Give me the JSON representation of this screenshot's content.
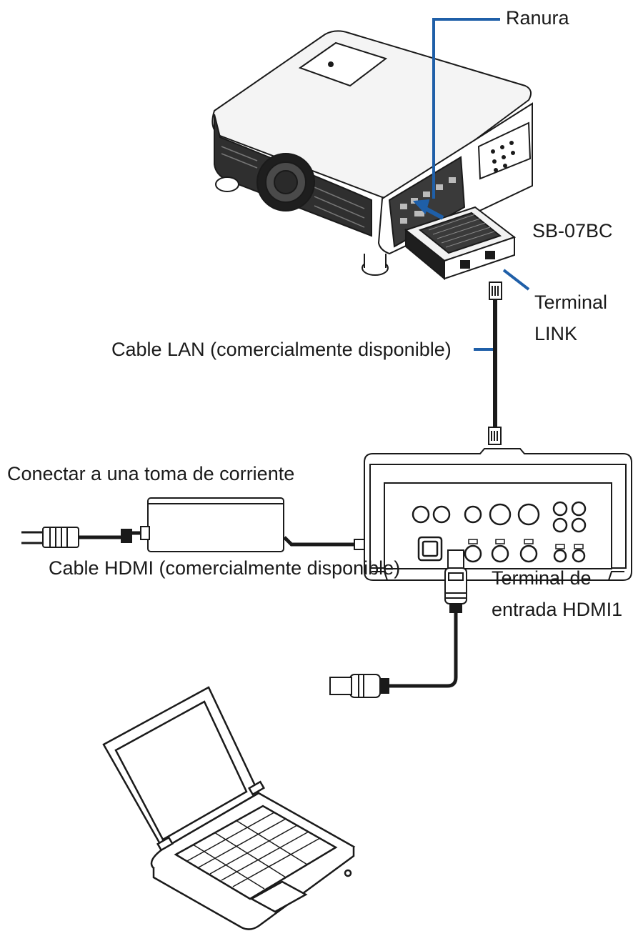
{
  "labels": {
    "slot": "Ranura",
    "board": "SB-07BC",
    "link_terminal_line1": "Terminal",
    "link_terminal_line2": "LINK",
    "lan_cable": "Cable LAN (comercialmente disponible)",
    "power_outlet": "Conectar a una toma de corriente",
    "hdmi_cable": "Cable HDMI (comercialmente disponible)",
    "hdmi_terminal_line1": "Terminal de",
    "hdmi_terminal_line2": "entrada HDMI1"
  },
  "colors": {
    "leader": "#1f5fa8",
    "line": "#1a1a1a",
    "device_fill": "#ffffff",
    "device_dark": "#2a2a2a"
  },
  "icons": [
    "projector-icon",
    "sb-07bc-board-icon",
    "rj45-plug-icon",
    "hdbaset-receiver-icon",
    "power-adapter-icon",
    "ac-plug-icon",
    "hdmi-plug-icon",
    "laptop-icon"
  ]
}
